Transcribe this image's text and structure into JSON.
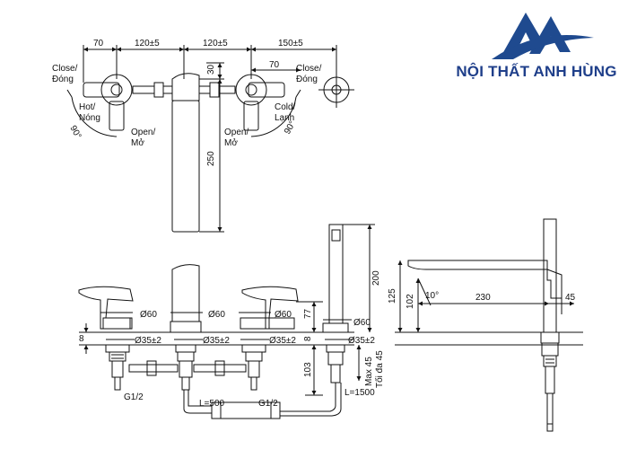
{
  "brand": {
    "name": "NỘI THẤT ANH HÙNG",
    "logo_color": "#1f4a8f"
  },
  "top_view": {
    "dims_top": [
      "70",
      "120±5",
      "120±5",
      "150±5"
    ],
    "dim_right_small": "30",
    "dim_height": "250",
    "left_handle_labels": [
      "Close/",
      "Đóng",
      "Hot/",
      "Nóng",
      "Open/",
      "Mở"
    ],
    "left_angle": "90°",
    "right_dim_70": "70",
    "right_handle_labels": [
      "Close/",
      "Đóng",
      "Cold/",
      "Lạnh",
      "Open/",
      "Mở"
    ],
    "right_angle": "90°"
  },
  "front_view": {
    "diameters": [
      "Ø60",
      "Ø60",
      "Ø60",
      "Ø60"
    ],
    "mount_diameters": [
      "Ø35±2",
      "Ø35±2",
      "Ø35±2",
      "Ø35±2"
    ],
    "left_dim_8": "8",
    "dim_77": "77",
    "dim_8": "8",
    "dim_103": "103",
    "max_deck": "Max 45",
    "max_deck_vi": "Tối đa 45",
    "handshower_height": "200",
    "thread_left": "G1/2",
    "thread_right": "G1/2",
    "hose_short": "L=500",
    "hose_long": "L=1500"
  },
  "side_view": {
    "dim_125": "125",
    "dim_102": "102",
    "angle": "10°",
    "dim_230": "230",
    "dim_45": "45"
  }
}
